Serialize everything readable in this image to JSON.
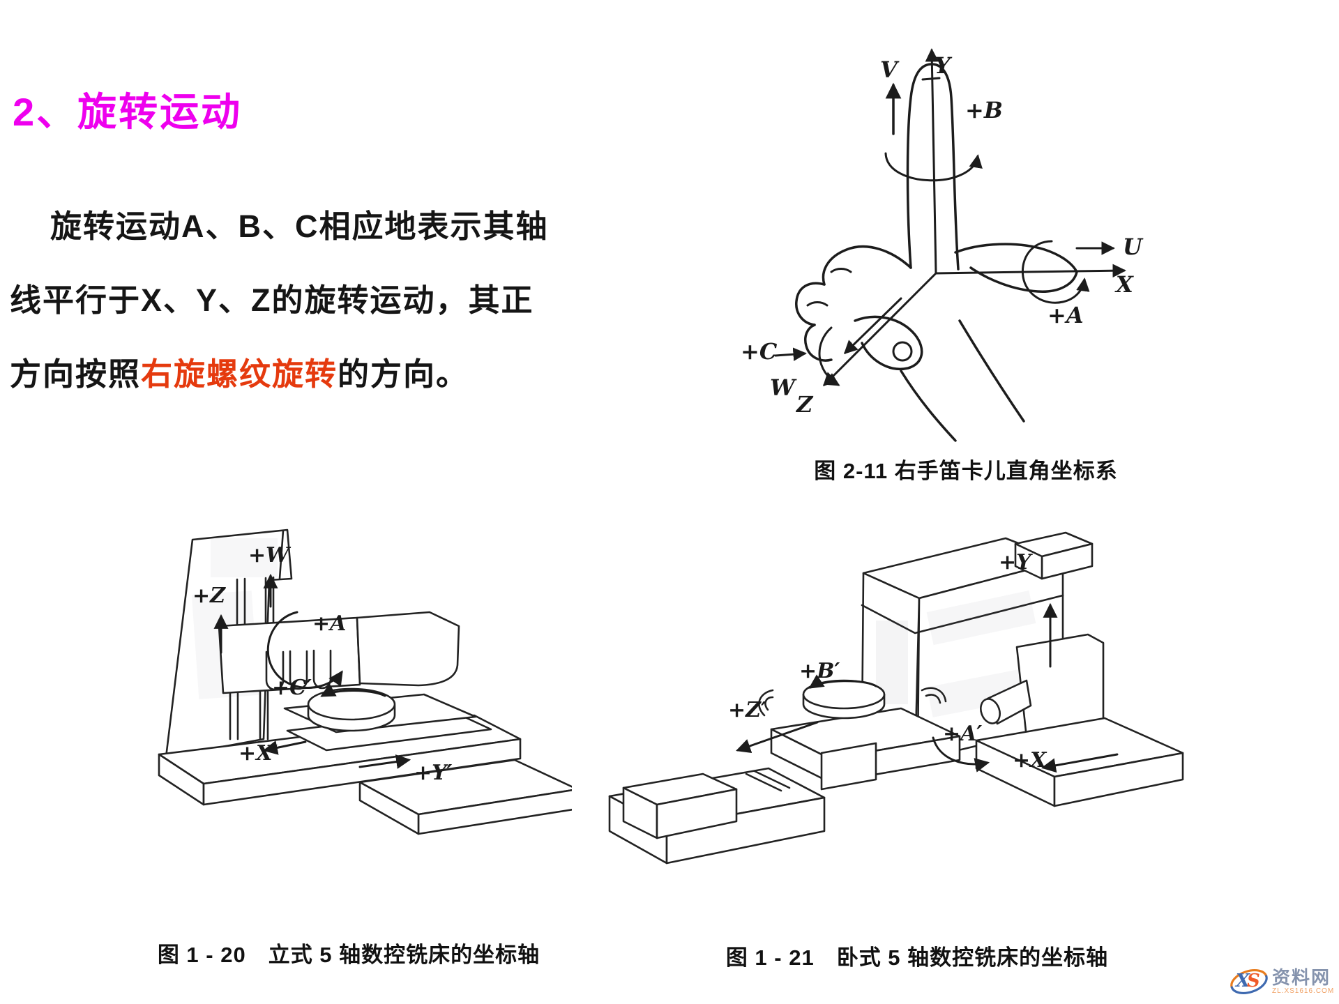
{
  "page": {
    "title": "2、旋转运动",
    "paragraph": {
      "line1": "旋转运动A、B、C相应地表示其轴",
      "line2": "线平行于X、Y、Z的旋转运动，其正",
      "line3_pre": "方向按照",
      "line3_highlight": "右旋螺纹旋转",
      "line3_post": "的方向。"
    }
  },
  "hand_figure": {
    "caption": "图 2-11 右手笛卡儿直角坐标系",
    "labels": {
      "v": "V",
      "y": "Y",
      "b": "+B",
      "u": "U",
      "x": "X",
      "a": "+A",
      "c": "+C",
      "w": "W",
      "z": "Z"
    }
  },
  "vertical_machine_figure": {
    "caption": "图 1 - 20　立式 5 轴数控铣床的坐标轴",
    "labels": {
      "w": "+W",
      "z": "+Z",
      "a": "+A",
      "c": "+C′",
      "x": "+X′",
      "y": "+Y′"
    }
  },
  "horizontal_machine_figure": {
    "caption": "图 1 - 21　卧式 5 轴数控铣床的坐标轴",
    "labels": {
      "y": "+Y",
      "b": "+B′",
      "z": "+Z′",
      "a": "+A′",
      "x": "+X"
    }
  },
  "watermark": {
    "logo_text_x": "X",
    "logo_text_s": "S",
    "site_name": "资料网",
    "site_url": "ZL.XS1616.COM"
  },
  "colors": {
    "title": "#ee00ee",
    "body_text": "#151515",
    "highlight": "#e53a0e",
    "line_art": "#1c1c1c",
    "watermark_blue": "#3f6ab0",
    "watermark_orange": "#e87c1e",
    "watermark_gray": "#8593ad",
    "watermark_url": "#f0a164"
  }
}
